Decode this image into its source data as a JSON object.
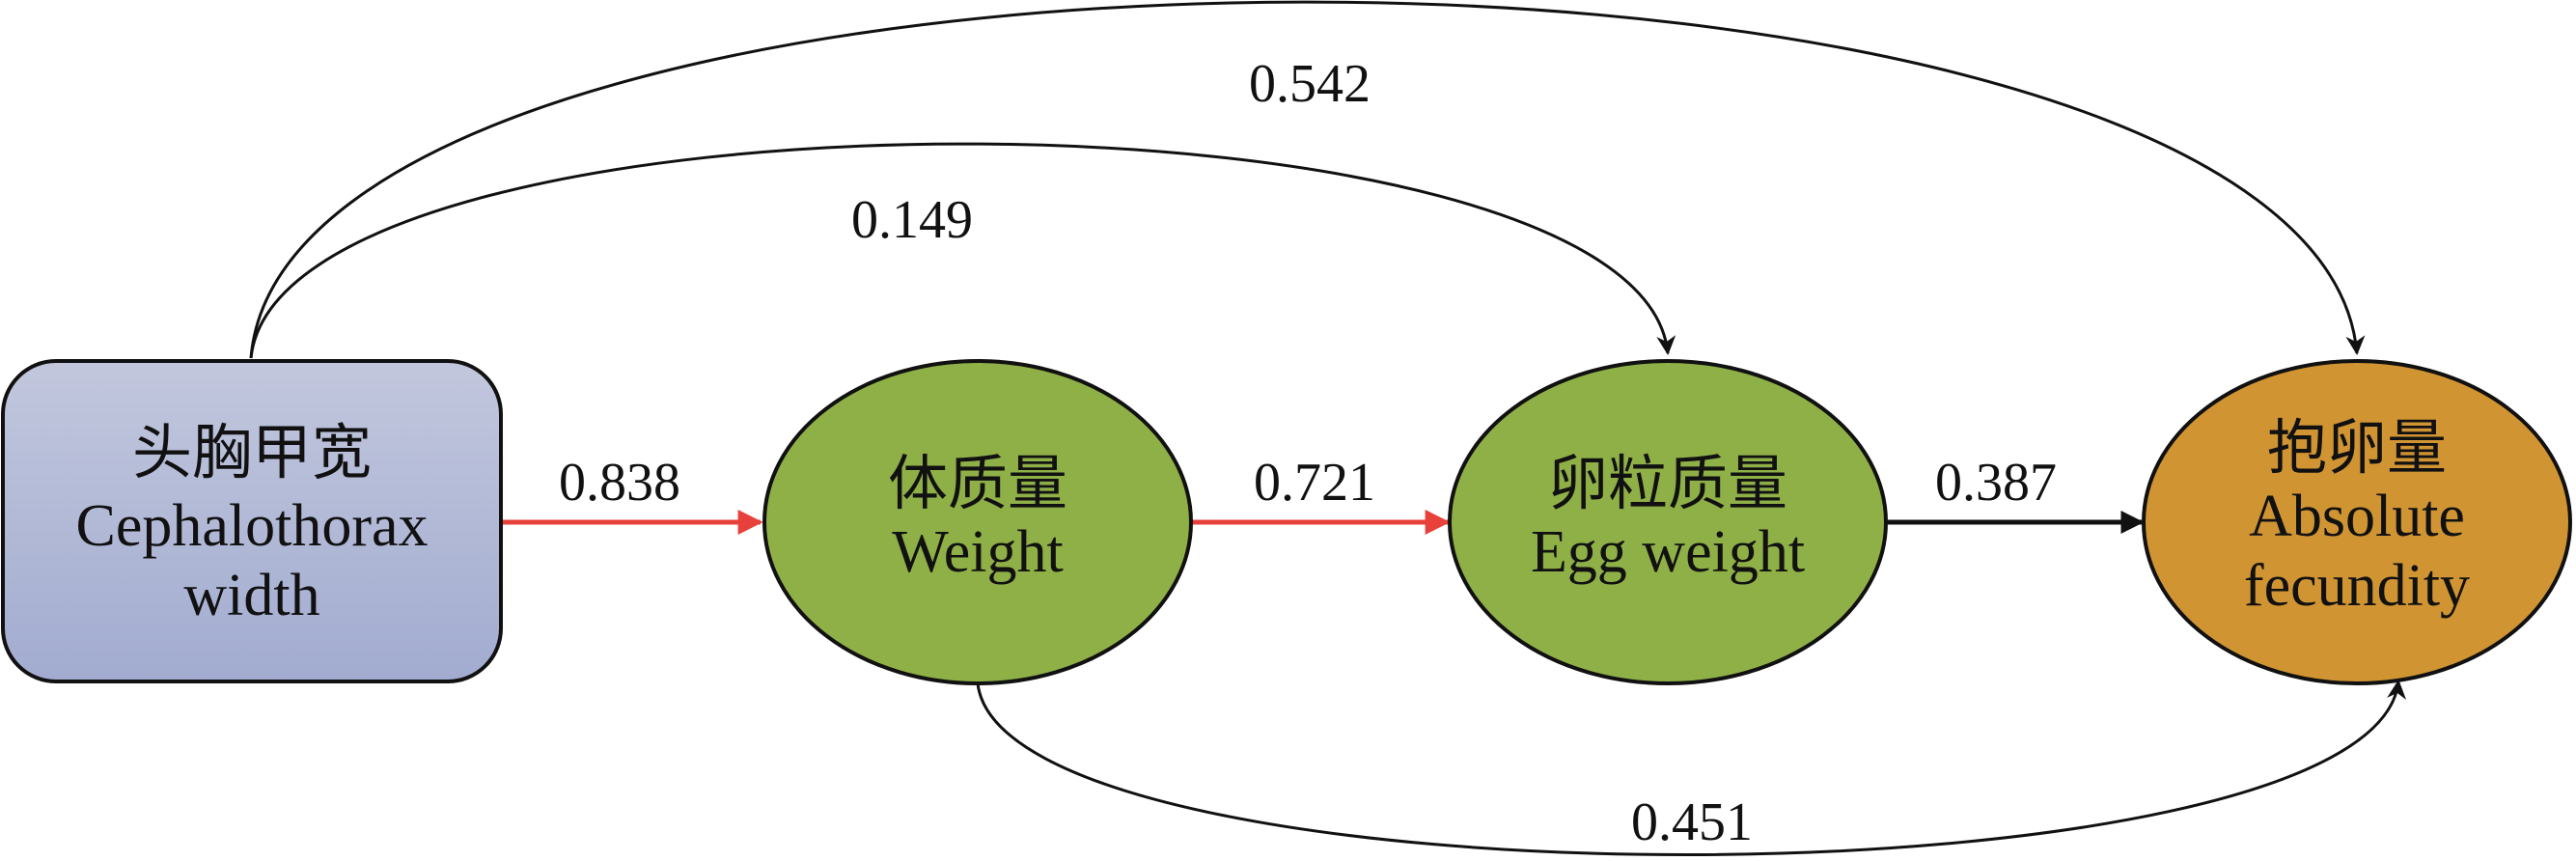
{
  "nodes": {
    "cephalothorax": {
      "zh": "头胸甲宽",
      "en_line1": "Cephalothorax",
      "en_line2": "width",
      "color_top": "#c2c7dd",
      "color_bottom": "#a2acd0"
    },
    "weight": {
      "zh": "体质量",
      "en": "Weight",
      "color": "#8fb047"
    },
    "egg_weight": {
      "zh": "卵粒质量",
      "en": "Egg weight",
      "color": "#8fb047"
    },
    "fecundity": {
      "zh": "抱卵量",
      "en_line1": "Absolute",
      "en_line2": "fecundity",
      "color": "#d09433"
    }
  },
  "edges": {
    "ceph_to_weight": {
      "label": "0.838",
      "color": "#e8403a"
    },
    "weight_to_egg": {
      "label": "0.721",
      "color": "#e8403a"
    },
    "egg_to_fecundity": {
      "label": "0.387",
      "color": "#111111"
    },
    "ceph_to_egg": {
      "label": "0.149",
      "color": "#111111"
    },
    "ceph_to_fecundity": {
      "label": "0.542",
      "color": "#111111"
    },
    "weight_to_fecundity": {
      "label": "0.451",
      "color": "#111111"
    }
  }
}
